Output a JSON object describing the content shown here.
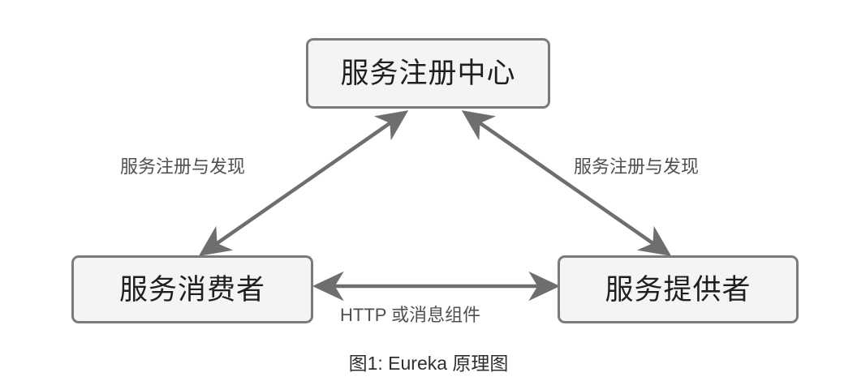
{
  "figure": {
    "caption": "图1: Eureka 原理图",
    "background_color": "#ffffff"
  },
  "style": {
    "box_fill": "#f4f4f4",
    "box_border": "#7a7a7a",
    "box_text_color": "#1f1f1f",
    "edge_color": "#6e6e6e",
    "edge_label_color": "#4f4f4f",
    "caption_color": "#2e2e2e"
  },
  "nodes": [
    {
      "id": "registry",
      "label": "服务注册中心",
      "position": "top-center"
    },
    {
      "id": "consumer",
      "label": "服务消费者",
      "position": "bottom-left"
    },
    {
      "id": "provider",
      "label": "服务提供者",
      "position": "bottom-right"
    }
  ],
  "edges": [
    {
      "id": "consumer-registry",
      "label": "服务注册与发现",
      "from": "consumer",
      "to": "registry",
      "arrow": "double"
    },
    {
      "id": "provider-registry",
      "label": "服务注册与发现",
      "from": "provider",
      "to": "registry",
      "arrow": "double"
    },
    {
      "id": "consumer-provider",
      "label": "HTTP 或消息组件",
      "from": "consumer",
      "to": "provider",
      "arrow": "double"
    }
  ]
}
